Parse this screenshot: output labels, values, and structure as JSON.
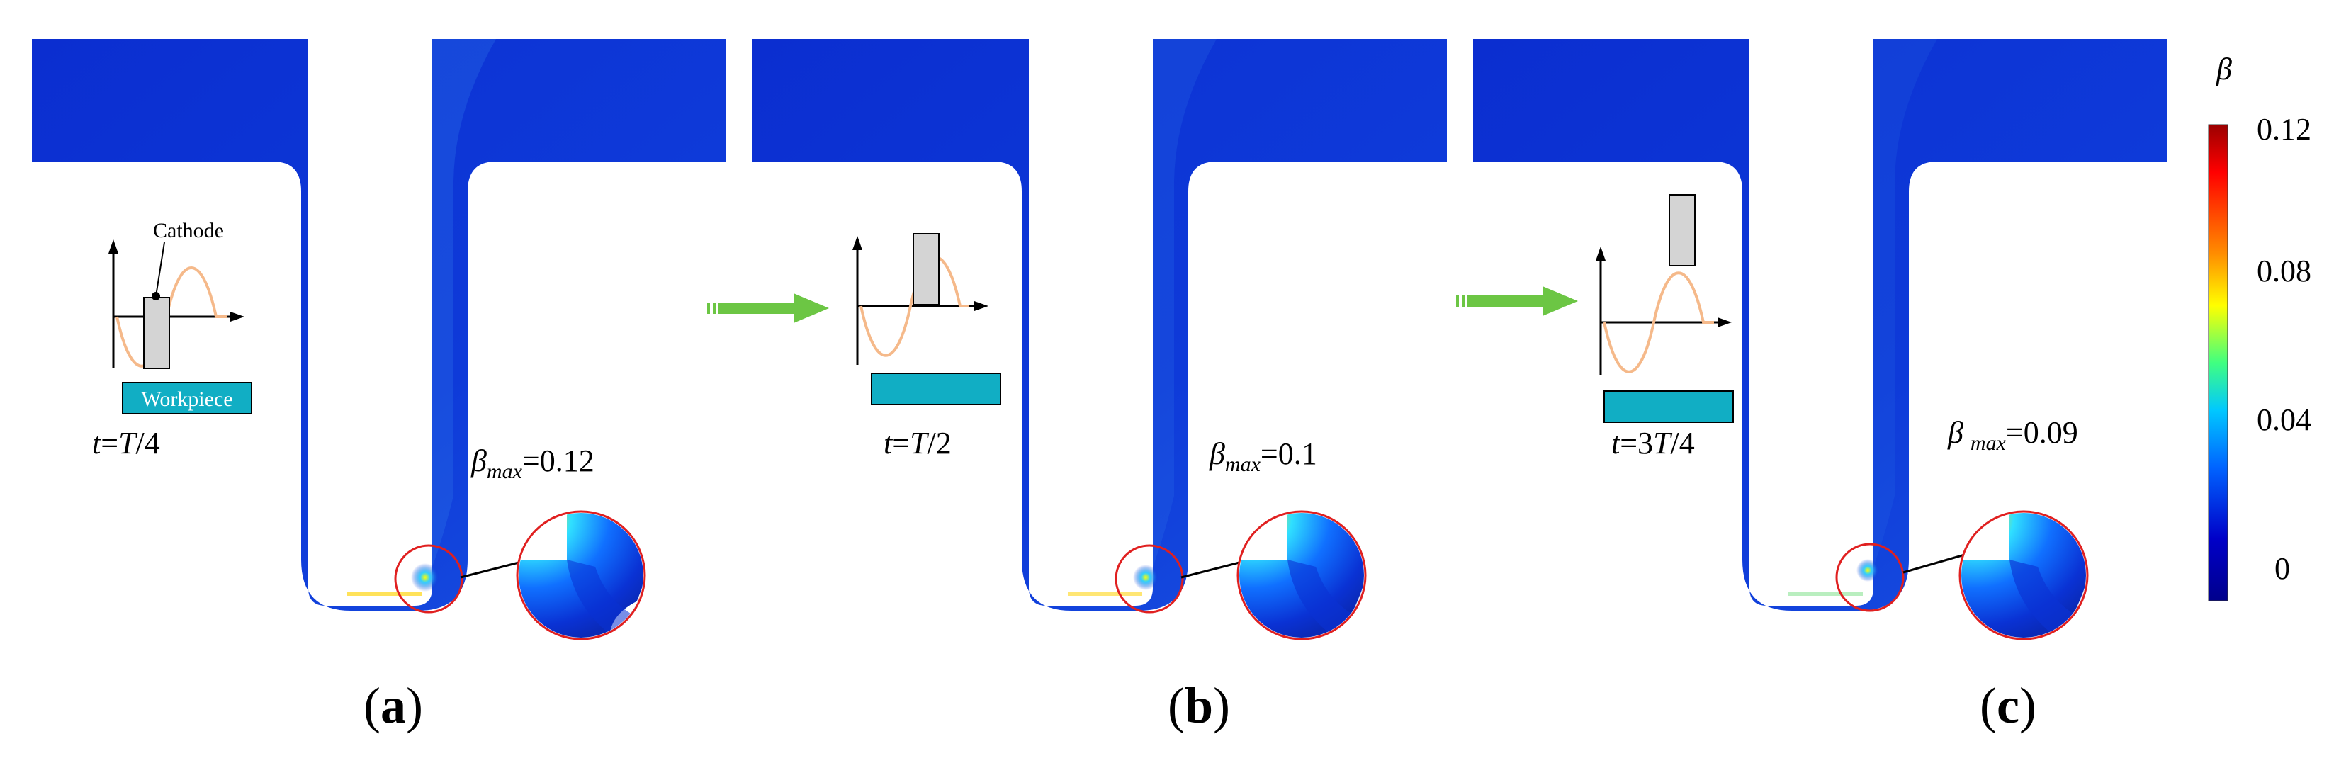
{
  "panels": [
    {
      "caption_prefix": "(",
      "caption_letter": "a",
      "caption_suffix": ")",
      "time_prefix": "t",
      "time_eq": "=",
      "time_value": "T",
      "time_suffix": "/4",
      "beta_symbol": "β",
      "beta_sub": "max",
      "beta_eq": "=",
      "beta_value": "0.12",
      "cathode_label": "Cathode",
      "workpiece_label": "Workpiece"
    },
    {
      "caption_prefix": "(",
      "caption_letter": "b",
      "caption_suffix": ")",
      "time_prefix": "t",
      "time_eq": "=",
      "time_value": "T",
      "time_suffix": "/2",
      "beta_symbol": "β",
      "beta_sub": "max",
      "beta_eq": "=",
      "beta_value": "0.1"
    },
    {
      "caption_prefix": "(",
      "caption_letter": "c",
      "caption_suffix": ")",
      "time_prefix": "t",
      "time_eq": "=3",
      "time_value": "T",
      "time_suffix": "/4",
      "beta_symbol": "β",
      "beta_sub": "max",
      "beta_eq": "=",
      "beta_value": "0.09"
    }
  ],
  "colorbar": {
    "title": "β",
    "ticks": [
      "0.12",
      "0.08",
      "0.04",
      "0"
    ],
    "colors": [
      "#9b0000",
      "#ff0000",
      "#ff8c00",
      "#ffff00",
      "#40ff80",
      "#00c8ff",
      "#0064ff",
      "#0000c8",
      "#00008c"
    ]
  },
  "colors": {
    "field": "#0a32d4",
    "field_light": "#1f6fe6",
    "zoom_circle": "#e02020",
    "arrow": "#6cc644",
    "cathode_fill": "#d4d4d4",
    "workpiece_fill": "#11aec4",
    "wave": "#f5b98a"
  }
}
